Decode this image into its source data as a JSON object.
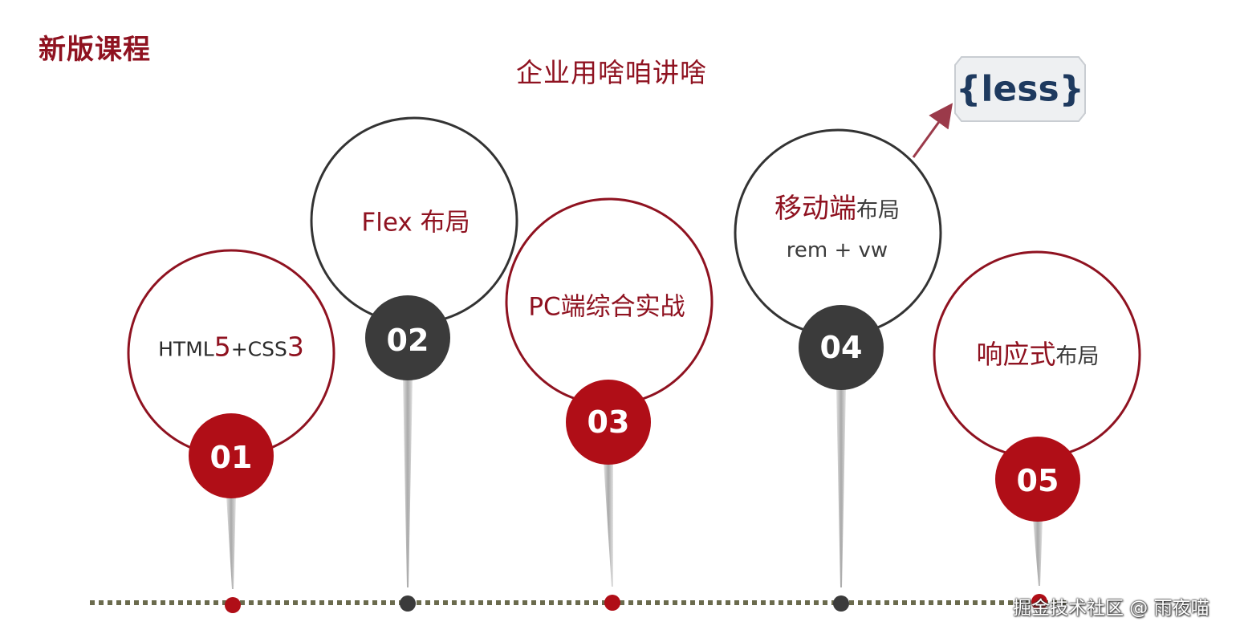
{
  "heading": "新版课程",
  "subtitle": "企业用啥咱讲啥",
  "colors": {
    "accent": "#8f1220",
    "red_dot": "#b00e17",
    "dark_dot": "#3b3b3b",
    "timeline": "#6b6b4e",
    "less_text": "#1e3a5f"
  },
  "items": [
    {
      "number": "01",
      "label_parts": [
        "HTML",
        "5",
        "+CSS",
        "3"
      ],
      "style": "red"
    },
    {
      "number": "02",
      "label_parts": [
        "Flex 布局"
      ],
      "style": "dark"
    },
    {
      "number": "03",
      "label_parts": [
        "PC端综合实战"
      ],
      "style": "red"
    },
    {
      "number": "04",
      "label_parts": [
        "移动端",
        "布局"
      ],
      "line2": "rem + vw",
      "style": "dark"
    },
    {
      "number": "05",
      "label_parts": [
        "响应式",
        "布局"
      ],
      "style": "red"
    }
  ],
  "less_badge": {
    "text": "{less}"
  },
  "watermark": "掘金技术社区 @ 雨夜喵"
}
